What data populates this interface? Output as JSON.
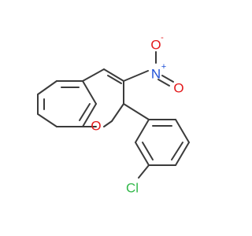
{
  "molecule": {
    "atoms": {
      "nitrogen": {
        "symbol": "N",
        "color": "#1d4fd6"
      },
      "nitro_oxygen_upper": {
        "symbol": "O",
        "color": "#e31a1c"
      },
      "nitro_oxygen_right": {
        "symbol": "O",
        "color": "#e31a1c"
      },
      "ring_oxygen": {
        "symbol": "O",
        "color": "#e31a1c"
      },
      "chlorine": {
        "symbol": "Cl",
        "color": "#32b84a"
      }
    },
    "charges": {
      "nitrogen_charge": "+",
      "oxygen_charge": "-"
    },
    "bond_color": "#3b3b3b"
  }
}
